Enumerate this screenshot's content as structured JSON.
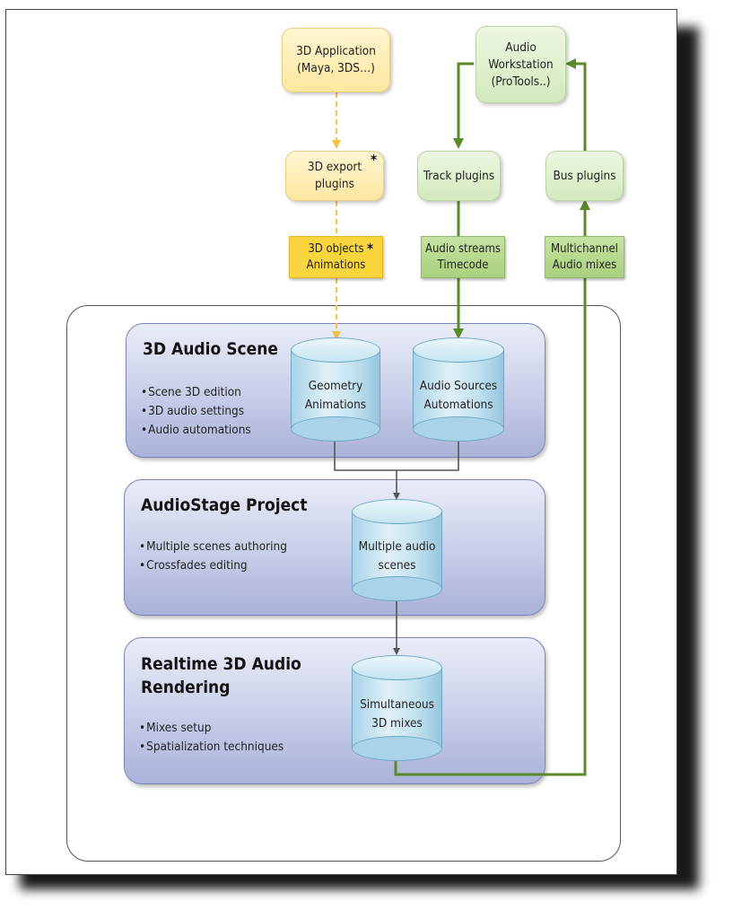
{
  "sources": {
    "app_3d": [
      "3D Application",
      "(Maya, 3DS…)"
    ],
    "daw": [
      "Audio",
      "Workstation",
      "(ProTools..)"
    ]
  },
  "plugins": {
    "export_3d": [
      "3D export",
      "plugins"
    ],
    "export_3d_mark": "*",
    "track": "Track plugins",
    "bus": "Bus plugins"
  },
  "data_tags": {
    "objects": [
      "3D objects",
      "Animations"
    ],
    "objects_mark": "*",
    "streams": [
      "Audio streams",
      "Timecode"
    ],
    "mixes": [
      "Multichannel",
      "Audio mixes"
    ]
  },
  "panels": [
    {
      "title": [
        "3D Audio Scene"
      ],
      "items": [
        "Scene 3D edition",
        "3D audio settings",
        "Audio automations"
      ],
      "stores": [
        [
          "Geometry",
          "Animations"
        ],
        [
          "Audio Sources",
          "Automations"
        ]
      ]
    },
    {
      "title": [
        "AudioStage Project"
      ],
      "items": [
        "Multiple scenes authoring",
        "Crossfades editing"
      ],
      "stores": [
        [
          "Multiple audio",
          "scenes"
        ]
      ]
    },
    {
      "title": [
        "Realtime 3D Audio",
        "Rendering"
      ],
      "items": [
        "Mixes setup",
        "Spatialization techniques"
      ],
      "stores": [
        [
          "Simultaneous",
          "3D mixes"
        ]
      ]
    }
  ],
  "colors": {
    "yellow_arrow": "#f3c04a",
    "green_arrow": "#5a8a2a",
    "dark_connector": "#555555"
  }
}
